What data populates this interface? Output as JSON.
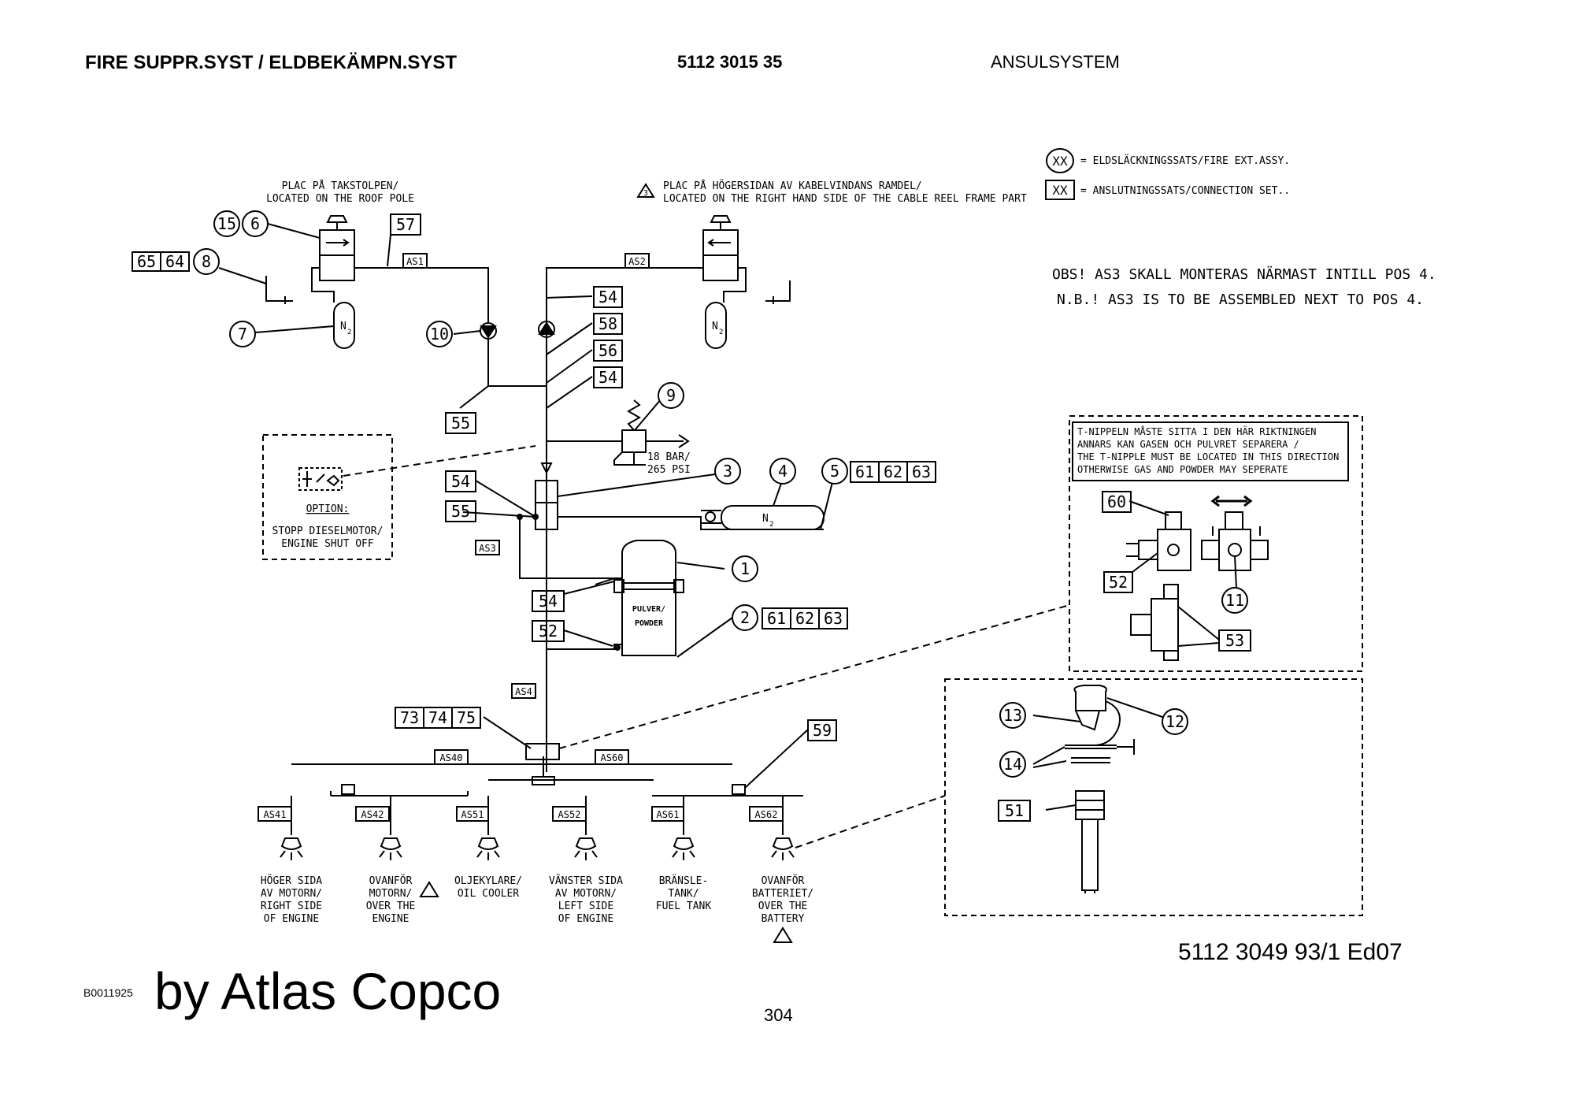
{
  "header": {
    "title": "FIRE SUPPR.SYST / ELDBEKÄMPN.SYST",
    "part_number": "5112 3015 35",
    "system": "ANSULSYSTEM"
  },
  "legend": {
    "circle_code": "XX",
    "circle_text": "= ELDSLÄCKNINGSSATS/FIRE EXT.ASSY.",
    "box_code": "XX",
    "box_text": "= ANSLUTNINGSSATS/CONNECTION SET.."
  },
  "notes": {
    "obs_sv": "OBS! AS3 SKALL MONTERAS NÄRMAST INTILL POS 4.",
    "obs_en": "N.B.! AS3 IS TO BE ASSEMBLED NEXT TO POS 4."
  },
  "placements": {
    "roof_sv": "PLAC PÅ TAKSTOLPEN/",
    "roof_en": "LOCATED ON THE ROOF POLE",
    "reel_sv": "PLAC PÅ HÖGERSIDAN AV KABELVINDANS RAMDEL/",
    "reel_en": "LOCATED ON THE RIGHT HAND SIDE OF THE CABLE REEL FRAME PART",
    "warn_num": "3"
  },
  "tnipple": {
    "l1": "T-NIPPELN MÅSTE SITTA I DEN HÄR RIKTNINGEN",
    "l2": "ANNARS KAN GASEN OCH PULVRET SEPARERA /",
    "l3": "THE T-NIPPLE MUST BE LOCATED IN THIS DIRECTION",
    "l4": "OTHERWISE GAS AND POWDER MAY SEPERATE"
  },
  "option": {
    "title": "OPTION:",
    "l1": "STOPP DIESELMOTOR/",
    "l2": "ENGINE SHUT OFF"
  },
  "valve": {
    "l1": "18 BAR/",
    "l2": "265 PSI"
  },
  "tank": {
    "l1": "PULVER/",
    "l2": "POWDER"
  },
  "gas": {
    "n2": "N",
    "sub": "2"
  },
  "lines": {
    "as1": "AS1",
    "as2": "AS2",
    "as3": "AS3",
    "as4": "AS4",
    "as40": "AS40",
    "as60": "AS60",
    "as41": "AS41",
    "as42": "AS42",
    "as51": "AS51",
    "as52": "AS52",
    "as61": "AS61",
    "as62": "AS62"
  },
  "positions": {
    "p1": "1",
    "p2": "2",
    "p3": "3",
    "p4": "4",
    "p5": "5",
    "p6": "6",
    "p7": "7",
    "p8": "8",
    "p9": "9",
    "p10": "10",
    "p11": "11",
    "p12": "12",
    "p13": "13",
    "p14": "14",
    "p15": "15",
    "p51": "51",
    "p52": "52",
    "p53": "53",
    "p54": "54",
    "p55": "55",
    "p56": "56",
    "p57": "57",
    "p58": "58",
    "p59": "59",
    "p60": "60",
    "p61": "61",
    "p62": "62",
    "p63": "63",
    "p64": "64",
    "p65": "65",
    "p73": "73",
    "p74": "74",
    "p75": "75"
  },
  "nozzles": [
    {
      "l1": "HÖGER SIDA",
      "l2": "AV MOTORN/",
      "l3": "RIGHT SIDE",
      "l4": "OF ENGINE"
    },
    {
      "l1": "OVANFÖR",
      "l2": "MOTORN/",
      "l3": "OVER THE",
      "l4": "ENGINE"
    },
    {
      "l1": "OLJEKYLARE/",
      "l2": "OIL COOLER",
      "l3": "",
      "l4": ""
    },
    {
      "l1": "VÄNSTER SIDA",
      "l2": "AV MOTORN/",
      "l3": "LEFT SIDE",
      "l4": "OF ENGINE"
    },
    {
      "l1": "BRÄNSLE-",
      "l2": "TANK/",
      "l3": "FUEL TANK",
      "l4": ""
    },
    {
      "l1": "OVANFÖR",
      "l2": "BATTERIET/",
      "l3": "OVER THE",
      "l4": "BATTERY"
    }
  ],
  "footer": {
    "doc_number": "5112 3049 93/1  Ed07",
    "bcode": "B0011925",
    "brand": "by Atlas Copco",
    "page": "304"
  }
}
